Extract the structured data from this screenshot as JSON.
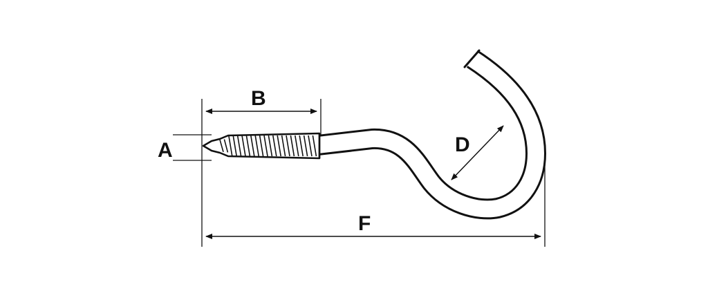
{
  "diagram": {
    "labels": {
      "a": "A",
      "b": "B",
      "d": "D",
      "f": "F"
    },
    "colors": {
      "line": "#111111",
      "background": "#ffffff"
    }
  }
}
